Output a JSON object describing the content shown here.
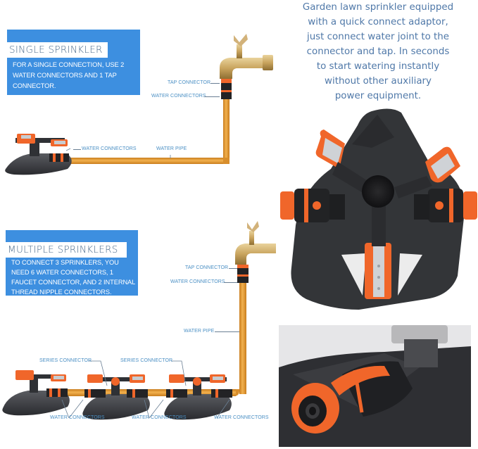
{
  "single_box": {
    "title": "SINGLE SPRINKLER",
    "description": "FOR A SINGLE CONNECTION, USE 2 WATER CONNECTORS AND 1 TAP CONNECTOR.",
    "lines": [
      "FOR A SINGLE CONNECTION, USE 2",
      "WATER CONNECTORS AND 1 TAP",
      "CONNECTOR."
    ]
  },
  "multiple_box": {
    "title": "MULTIPLE SPRINKLERS",
    "lines": [
      "TO CONNECT 3 SPRINKLERS, YOU",
      "NEED 6 WATER CONNECTORS, 1",
      "FAUCET CONNECTOR, AND 2 INTERNAL",
      " THREAD NIPPLE CONNECTORS."
    ]
  },
  "product_description": {
    "lines": [
      "Garden lawn sprinkler equipped",
      "with a quick connect adaptor,",
      "just connect water joint to the",
      "connector and tap. In seconds",
      "to start watering instantly",
      "without other auxiliary",
      "power equipment."
    ]
  },
  "single_diagram": {
    "labels": {
      "tap_connector": "TAP CONNECTOR",
      "water_connectors_tap": "WATER CONNECTORS",
      "water_connectors_sprinkler": "WATER CONNECTORS",
      "water_pipe": "WATER PIPE"
    }
  },
  "multiple_diagram": {
    "labels": {
      "tap_connector": "TAP CONNECTOR",
      "water_connectors_tap": "WATER CONNECTORS",
      "water_pipe": "WATER PIPE",
      "series_connector_1": "SERIES CONNECTOR",
      "series_connector_2": "SERIES CONNECTOR",
      "water_connectors_1": "WATER CONNECTORS",
      "water_connectors_2": "WATER CONNECTORS",
      "water_connectors_3": "WATER CONNECTORS"
    }
  },
  "colors": {
    "box_blue": "#3d8fe0",
    "label_blue": "#4a8fc4",
    "description_blue": "#4f78a8",
    "pipe_orange": "#e8a23a",
    "accent_orange": "#f0662a",
    "sprinkler_dark": "#2f3135",
    "brass": "#c9a45e"
  }
}
